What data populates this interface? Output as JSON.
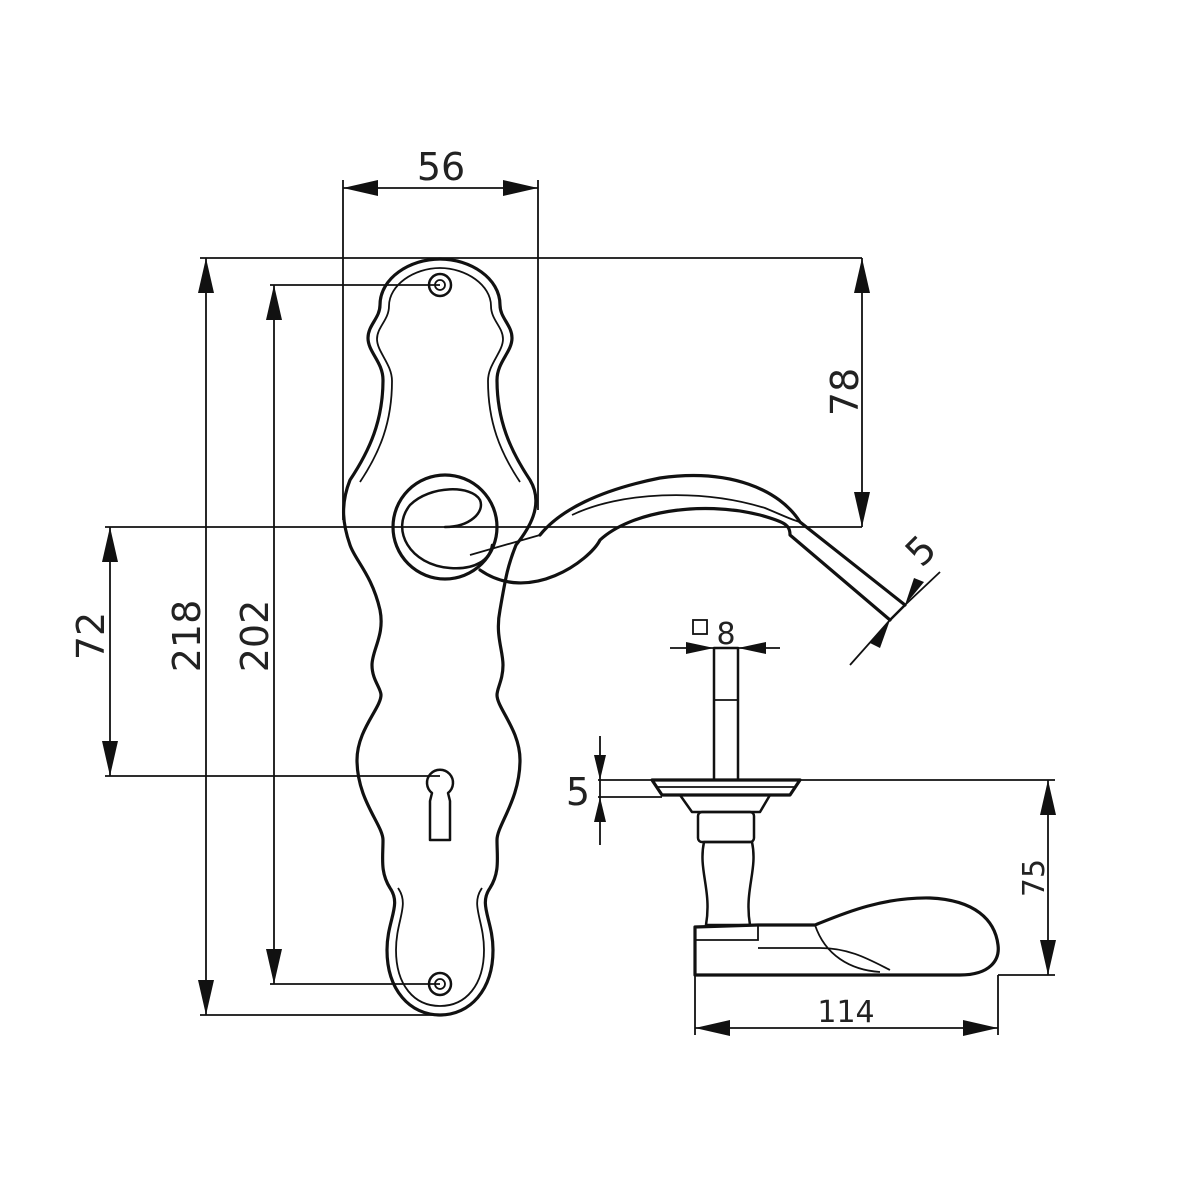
{
  "dimensions": {
    "plate_width": "56",
    "plate_height_total": "218",
    "fixing_hole_distance": "202",
    "spindle_to_keyhole": "72",
    "lever_height": "78",
    "lever_thickness": "5",
    "spindle_square": "8",
    "rose_thickness": "5",
    "lever_projection": "75",
    "lever_length": "114"
  },
  "symbols": {
    "square_symbol": "square"
  },
  "colors": {
    "line": "#111111",
    "text": "#222222",
    "background": "#ffffff"
  }
}
